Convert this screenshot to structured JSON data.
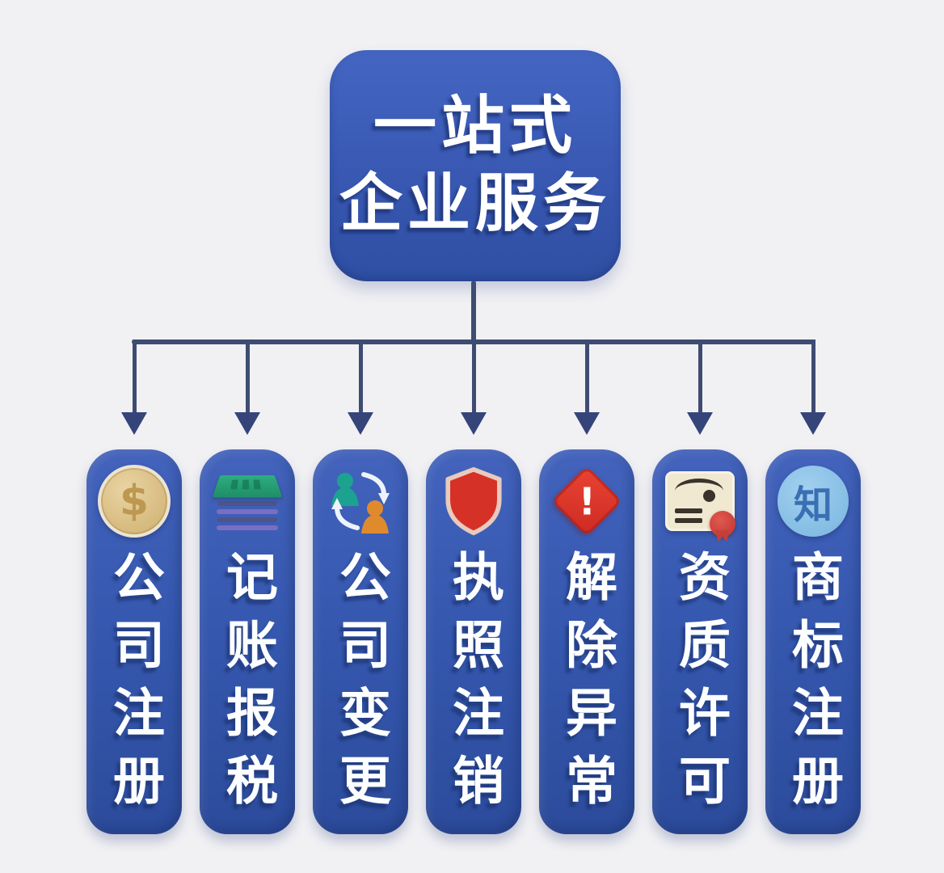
{
  "title": {
    "lines": [
      "一站式",
      "企业服务"
    ]
  },
  "columns": [
    {
      "label": "公司注册",
      "icon": "coin-dollar-icon",
      "icon_text": "$"
    },
    {
      "label": "记账报税",
      "icon": "cash-stack-icon"
    },
    {
      "label": "公司变更",
      "icon": "person-exchange-icon"
    },
    {
      "label": "执照注销",
      "icon": "shield-icon"
    },
    {
      "label": "解除异常",
      "icon": "alert-diamond-icon",
      "icon_text": "!"
    },
    {
      "label": "资质许可",
      "icon": "certificate-seal-icon"
    },
    {
      "label": "商标注册",
      "icon": "trademark-zhi-icon",
      "icon_text": "知"
    }
  ],
  "colors": {
    "background": "#f1f1f4",
    "panel_blue": "#3557ae",
    "panel_blue_dark": "#2c4b9b",
    "connector_navy": "#3e4c72",
    "text_white": "#ffffff",
    "coin_gold": "#d6ba7e",
    "cash_green": "#27a37b",
    "cash_purple": "#7a6ec2",
    "swap_teal": "#1ba390",
    "swap_orange": "#e08a2e",
    "shield_red": "#d63127",
    "shield_border": "#e8cabe",
    "alert_red": "#dd3a2c",
    "certificate_cream": "#f0e8d1",
    "seal_red": "#bf332e",
    "zhi_circle_blue": "#85bde4",
    "zhi_text_blue": "#3a6fb4"
  }
}
